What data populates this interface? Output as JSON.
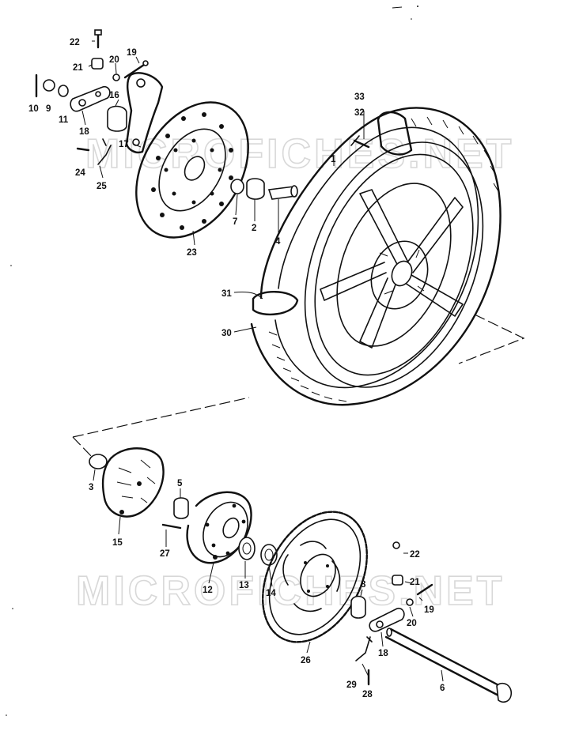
{
  "diagram": {
    "watermark_top": "MICROFICHES.NET",
    "watermark_bottom": "MICROFICHES.NET",
    "labels": {
      "l1": "1",
      "l2": "2",
      "l3": "3",
      "l4": "4",
      "l5": "5",
      "l6": "6",
      "l7": "7",
      "l8": "8",
      "l9": "9",
      "l10": "10",
      "l11": "11",
      "l12": "12",
      "l13": "13",
      "l14": "14",
      "l15": "15",
      "l16": "16",
      "l17": "17",
      "l18a": "18",
      "l18b": "18",
      "l19a": "19",
      "l19b": "19",
      "l20a": "20",
      "l20b": "20",
      "l21a": "21",
      "l21b": "21",
      "l22a": "22",
      "l22b": "22",
      "l23": "23",
      "l24": "24",
      "l25": "25",
      "l26": "26",
      "l27": "27",
      "l28": "28",
      "l29": "29",
      "l30": "30",
      "l31": "31",
      "l32": "32",
      "l33": "33"
    }
  }
}
